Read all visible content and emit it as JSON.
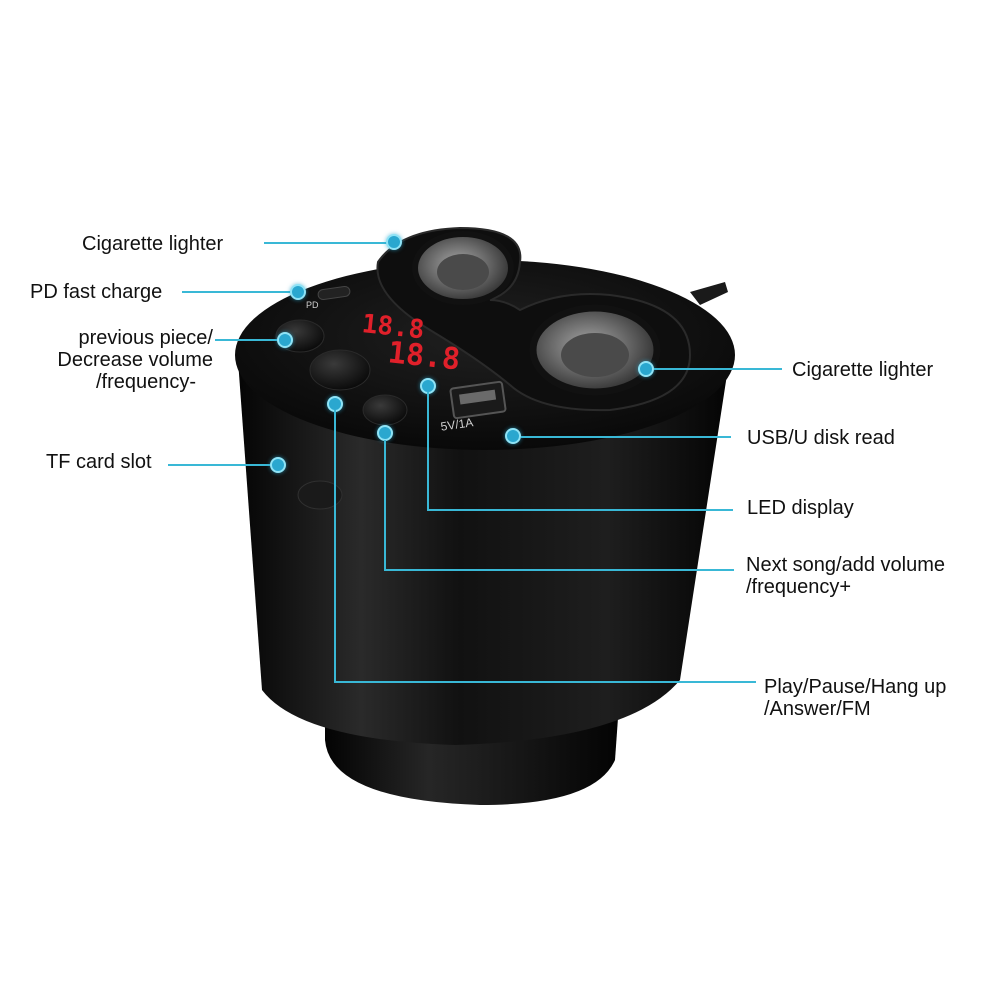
{
  "product": {
    "display_digits": "18.8",
    "display_digits_2": "18.8",
    "usb_port_label": "5V/1A",
    "pd_port_label": "PD"
  },
  "callouts": {
    "cigarette_lighter_left": "Cigarette lighter",
    "pd_fast_charge": "PD fast charge",
    "previous_piece": [
      "previous piece/",
      "Decrease volume",
      "/frequency-"
    ],
    "tf_card_slot": "TF card slot",
    "cigarette_lighter_right": "Cigarette lighter",
    "usb_disk_read": "USB/U disk read",
    "led_display": "LED display",
    "next_song": [
      "Next song/add volume",
      "/frequency+"
    ],
    "play_pause": [
      "Play/Pause/Hang up",
      "/Answer/FM"
    ]
  },
  "colors": {
    "callout_line": "#39b8d6",
    "callout_dot": "#2aa7cf",
    "body": "#0d0d0d",
    "led": "#e0202a"
  }
}
